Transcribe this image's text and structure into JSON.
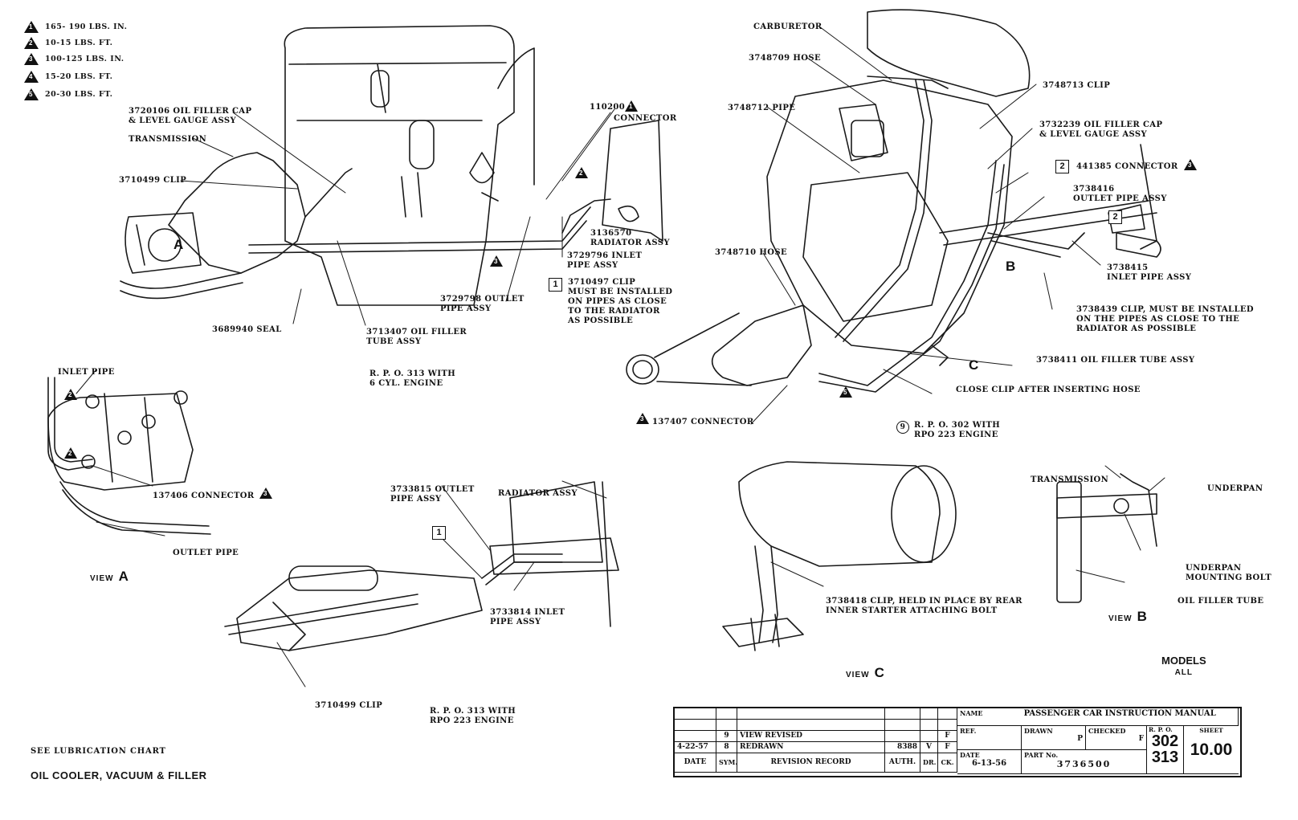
{
  "legend": [
    {
      "mark": "1",
      "text": "165- 190 LBS. IN."
    },
    {
      "mark": "2",
      "text": "10-15 LBS. FT."
    },
    {
      "mark": "3",
      "text": "100-125 LBS. IN."
    },
    {
      "mark": "4",
      "text": "15-20 LBS. FT."
    },
    {
      "mark": "5",
      "text": "20-30 LBS. FT."
    }
  ],
  "top_left_view": {
    "labels": {
      "oil_filler_cap": "3720106 OIL FILLER CAP\n& LEVEL GAUGE ASSY",
      "transmission": "TRANSMISSION",
      "clip_3710499": "3710499 CLIP",
      "connector_110200": "110200",
      "connector_word": "CONNECTOR",
      "radiator": "3136570\nRADIATOR ASSY",
      "inlet_pipe": "3729796 INLET\nPIPE ASSY",
      "outlet_pipe": "3729798 OUTLET\nPIPE ASSY",
      "clip_3710497": "3710497 CLIP\nMUST BE INSTALLED\nON PIPES AS CLOSE\nTO THE RADIATOR\nAS POSSIBLE",
      "seal": "3689940 SEAL",
      "oil_filler_tube": "3713407 OIL FILLER\nTUBE ASSY",
      "view_letter": "A",
      "rpo_caption": "R. P. O. 313 WITH\n6 CYL. ENGINE"
    },
    "markers": {
      "box_clip": "1",
      "tri_connector": "1",
      "tri_pipe": "2",
      "tri_lower": "3"
    }
  },
  "top_right_view": {
    "labels": {
      "carburetor": "CARBURETOR",
      "hose_3748709": "3748709 HOSE",
      "pipe_3748712": "3748712 PIPE",
      "clip_3748713": "3748713 CLIP",
      "oil_filler_cap": "3732239 OIL FILLER CAP\n& LEVEL GAUGE ASSY",
      "connector_441385": "441385 CONNECTOR",
      "outlet_pipe": "3738416\nOUTLET PIPE ASSY",
      "hose_3748710": "3748710 HOSE",
      "inlet_pipe": "3738415\nINLET PIPE ASSY",
      "clip_3738439": "3738439 CLIP, MUST BE INSTALLED\nON THE PIPES AS CLOSE TO THE\nRADIATOR AS POSSIBLE",
      "oil_filler_tube": "3738411 OIL FILLER TUBE ASSY",
      "close_clip": "CLOSE CLIP AFTER INSERTING HOSE",
      "connector_137407": "137407 CONNECTOR",
      "rpo_caption": "R. P. O. 302 WITH\nRPO 223 ENGINE",
      "rpo_mark": "9",
      "view_b": "B",
      "view_c": "C"
    },
    "markers": {
      "box_connector": "2",
      "box_inlet": "2",
      "tri_connector": "3",
      "tri_137407": "3",
      "tri_tube": "5"
    }
  },
  "view_a": {
    "labels": {
      "inlet_pipe": "INLET PIPE",
      "connector": "137406 CONNECTOR",
      "outlet_pipe": "OUTLET PIPE"
    },
    "title_word": "VIEW",
    "title_letter": "A",
    "markers": {
      "tri_upper": "2",
      "tri_lower": "2",
      "tri_connector": "3"
    }
  },
  "middle_view": {
    "labels": {
      "outlet_pipe": "3733815 OUTLET\nPIPE ASSY",
      "radiator": "RADIATOR ASSY",
      "inlet_pipe": "3733814 INLET\nPIPE ASSY",
      "clip": "3710499 CLIP",
      "rpo_caption": "R. P. O. 313 WITH\nRPO 223 ENGINE"
    },
    "markers": {
      "box_clip": "1"
    }
  },
  "view_c": {
    "labels": {
      "clip": "3738418 CLIP, HELD IN PLACE BY REAR\nINNER STARTER ATTACHING BOLT"
    },
    "title_word": "VIEW",
    "title_letter": "C"
  },
  "view_b": {
    "labels": {
      "transmission": "TRANSMISSION",
      "underpan": "UNDERPAN",
      "mounting_bolt": "UNDERPAN\nMOUNTING BOLT",
      "oil_filler_tube": "OIL FILLER TUBE"
    },
    "title_word": "VIEW",
    "title_letter": "B"
  },
  "models": {
    "label": "MODELS",
    "value": "ALL"
  },
  "footer": {
    "see": "SEE LUBRICATION CHART",
    "title": "OIL COOLER, VACUUM & FILLER"
  },
  "title_block": {
    "revisions": [
      {
        "date": "",
        "sym": "9",
        "record": "VIEW REVISED",
        "auth": "",
        "dr": "",
        "ck": "F"
      },
      {
        "date": "4-22-57",
        "sym": "8",
        "record": "REDRAWN",
        "auth": "8388",
        "dr": "V",
        "ck": "F"
      }
    ],
    "headers": {
      "date": "DATE",
      "sym": "SYM.",
      "record": "REVISION RECORD",
      "auth": "AUTH.",
      "dr": "DR.",
      "ck": "CK."
    },
    "name_label": "NAME",
    "name_value": "PASSENGER CAR INSTRUCTION MANUAL",
    "ref_label": "REF.",
    "drawn_label": "DRAWN",
    "drawn_value": "P",
    "checked_label": "CHECKED",
    "checked_value": "F",
    "date_label": "DATE",
    "date_value": "6-13-56",
    "part_label": "PART No.",
    "part_value": "3736500",
    "rpo_label": "R. P. O.",
    "rpo_values": [
      "302",
      "313"
    ],
    "sheet_label": "SHEET",
    "sheet_value": "10.00"
  }
}
